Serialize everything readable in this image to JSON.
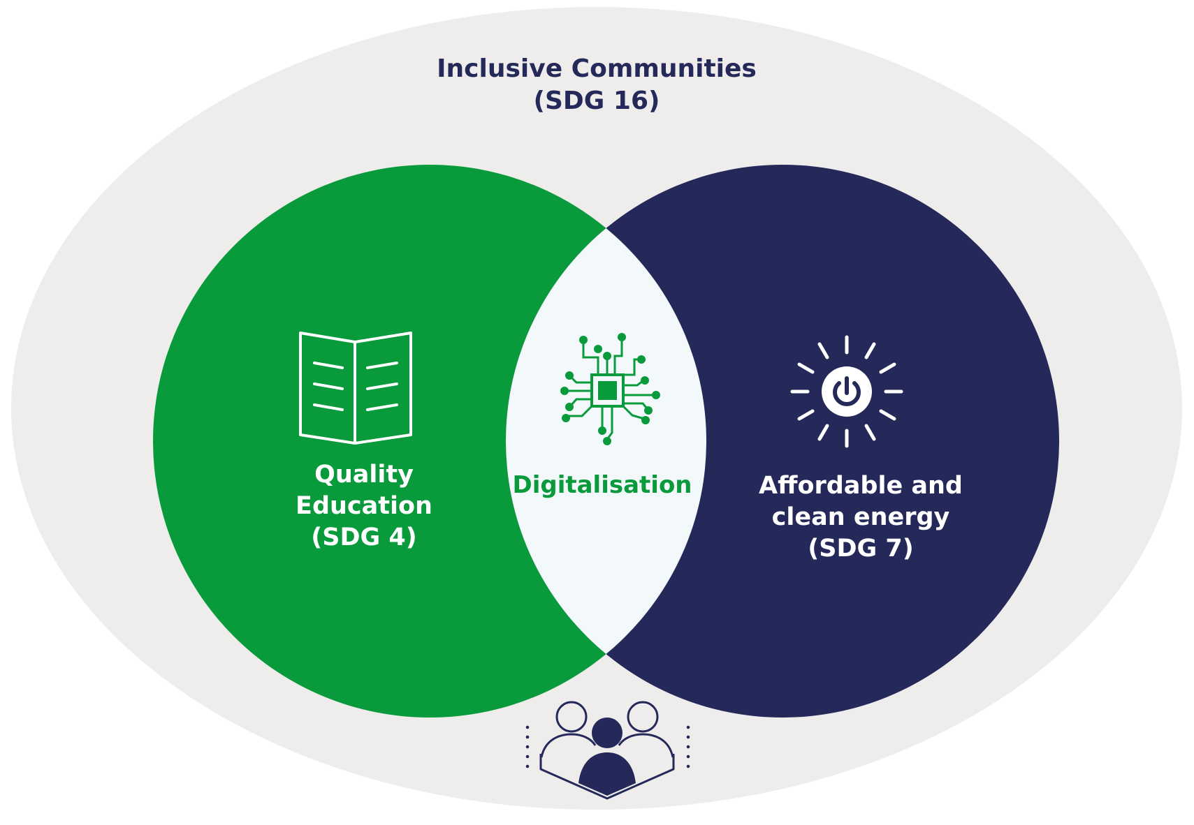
{
  "colors": {
    "page_background": "#ffffff",
    "outer_ellipse": "#efedec",
    "green": "#089a3b",
    "navy": "#24295a",
    "intersection": "#f3f8fa",
    "white": "#ffffff"
  },
  "outer": {
    "line1": "Inclusive Communities",
    "line2": "(SDG 16)"
  },
  "left_circle": {
    "line1": "Quality",
    "line2": "Education",
    "line3": "(SDG 4)",
    "icon": "open-book-icon"
  },
  "intersection": {
    "label": "Digitalisation",
    "icon": "circuit-chip-icon"
  },
  "right_circle": {
    "line1": "Affordable and",
    "line2": "clean energy",
    "line3": "(SDG 7)",
    "icon": "sun-power-icon"
  },
  "bottom_icon": "community-people-icon"
}
